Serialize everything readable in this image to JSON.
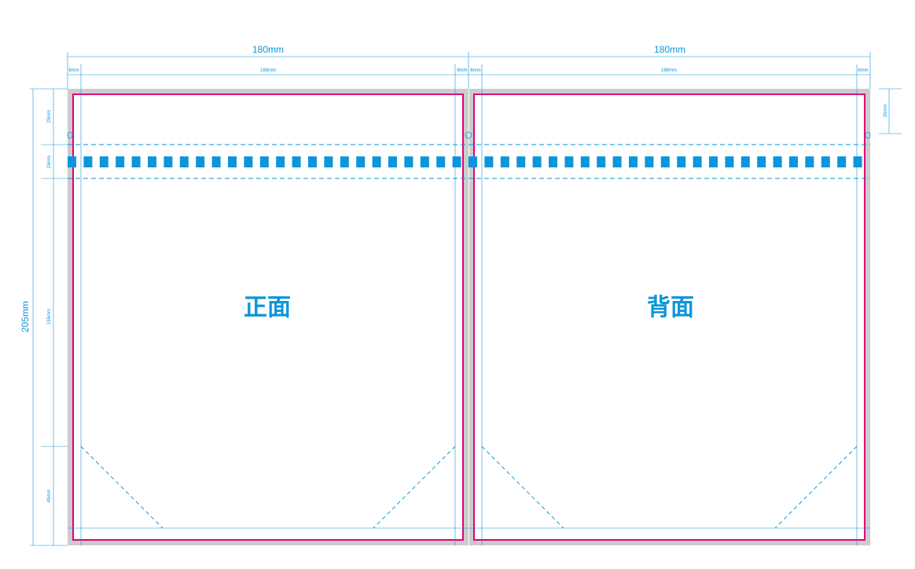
{
  "dimensions": {
    "top_left_width": "180mm",
    "top_right_width": "180mm",
    "left_margin_left": "6mm",
    "inner_left": "168mm",
    "right_margin_left": "6mm",
    "left_margin_right": "6mm",
    "inner_right": "168mm",
    "right_margin_right": "6mm",
    "total_height": "205mm",
    "seg_top": "25mm",
    "seg_perf": "15mm",
    "seg_body": "155mm",
    "seg_bottom": "45mm",
    "right_top": "20mm"
  },
  "panels": {
    "front_label": "正面",
    "back_label": "背面"
  },
  "colors": {
    "dimension": "#0a96dc",
    "cut_line": "#e0007a",
    "bleed": "#cccccc",
    "perforation": "#0a96dc",
    "label": "#0a96dc"
  }
}
